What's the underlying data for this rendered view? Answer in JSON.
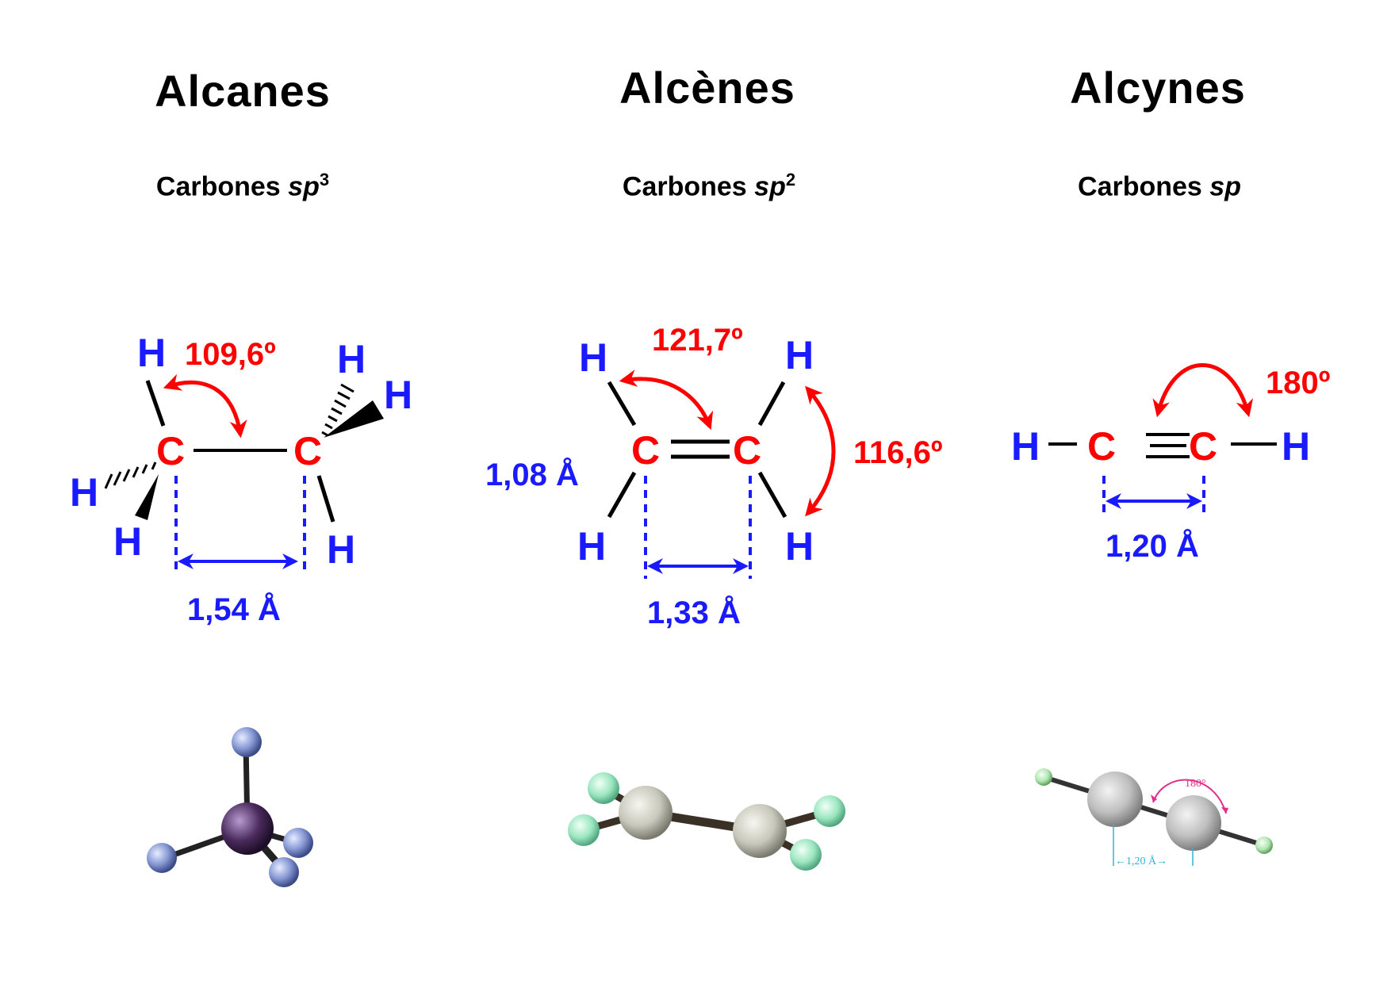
{
  "columns": [
    {
      "title": "Alcanes",
      "subtitle_text": "Carbones ",
      "subtitle_hyb": "sp",
      "subtitle_sup": "3",
      "angle": "109,6º",
      "distance": "1,54 Å"
    },
    {
      "title": "Alcènes",
      "subtitle_text": "Carbones ",
      "subtitle_hyb": "sp",
      "subtitle_sup": "2",
      "angle_top": "121,7º",
      "angle_side": "116,6º",
      "ch_distance": "1,08 Å",
      "distance": "1,33 Å"
    },
    {
      "title": "Alcynes",
      "subtitle_text": "Carbones ",
      "subtitle_hyb": "sp",
      "subtitle_sup": "",
      "angle": "180º",
      "distance": "1,20 Å",
      "model_angle": "180°",
      "model_distance": "←1,20 Å→"
    }
  ],
  "atoms": {
    "hydrogen": "H",
    "carbon": "C"
  },
  "colors": {
    "hydrogen": "#1a1aff",
    "carbon": "#ff0000",
    "bond": "#000000",
    "arrow_red": "#ff0000",
    "arrow_blue": "#1a1aff"
  }
}
